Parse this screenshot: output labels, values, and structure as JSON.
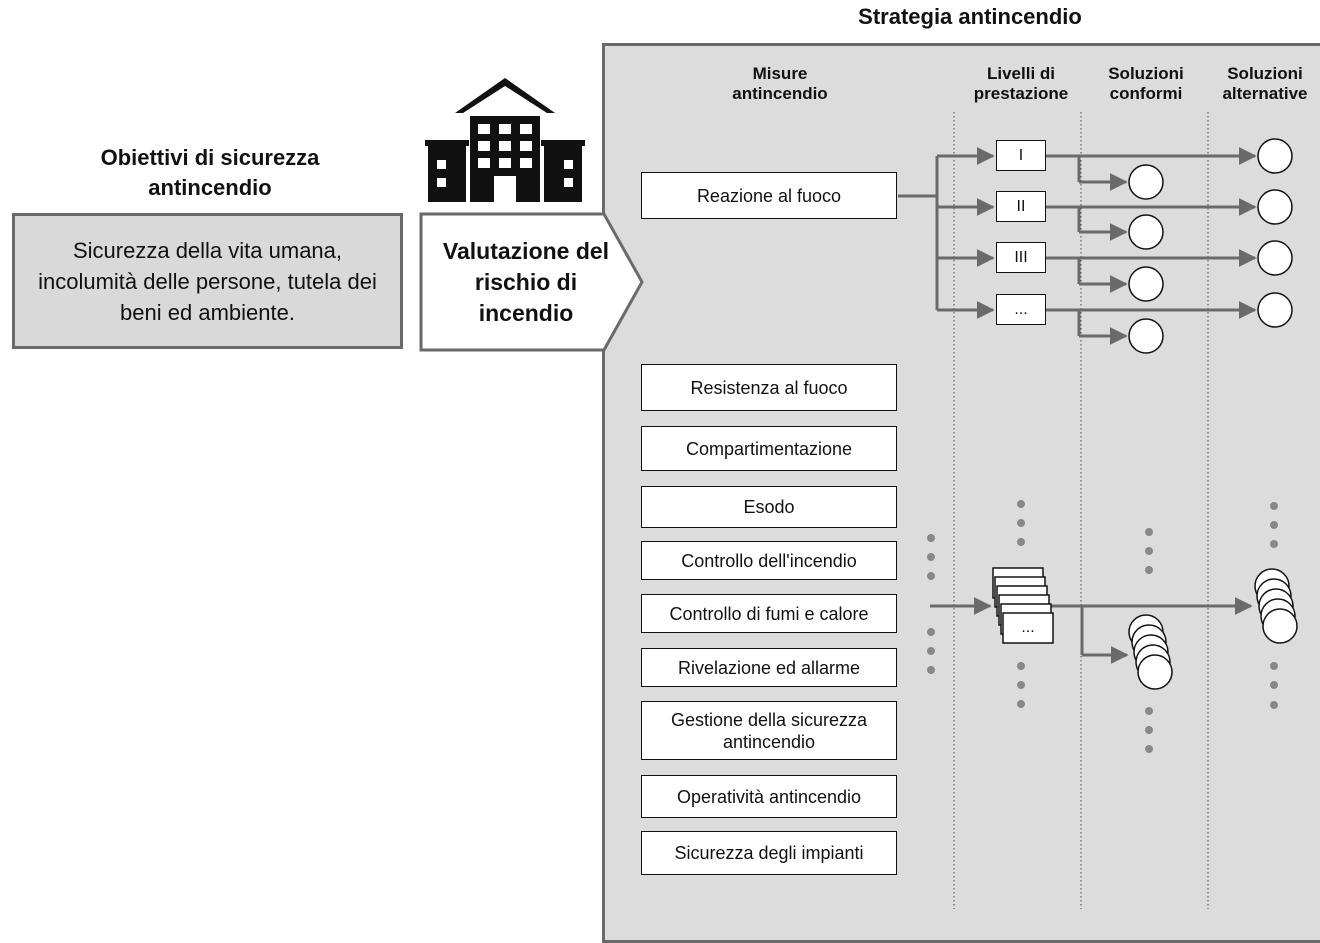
{
  "objectives": {
    "title": "Obiettivi di sicurezza antincendio",
    "text": "Sicurezza della vita umana, incolumità delle persone, tutela dei beni ed ambiente."
  },
  "assessment": {
    "label": "Valutazione del rischio di incendio"
  },
  "strategy": {
    "title": "Strategia antincendio",
    "columns": {
      "measures": "Misure antincendio",
      "levels": "Livelli di prestazione",
      "conforming": "Soluzioni conformi",
      "alternative": "Soluzioni alternative"
    },
    "measures": [
      "Reazione al fuoco",
      "Resistenza al fuoco",
      "Compartimentazione",
      "Esodo",
      "Controllo dell'incendio",
      "Controllo di fumi e calore",
      "Rivelazione ed allarme",
      "Gestione della sicurezza antincendio",
      "Operatività antincendio",
      "Sicurezza degli impianti"
    ],
    "levels": [
      "I",
      "II",
      "III",
      "..."
    ],
    "stack_label": "..."
  }
}
